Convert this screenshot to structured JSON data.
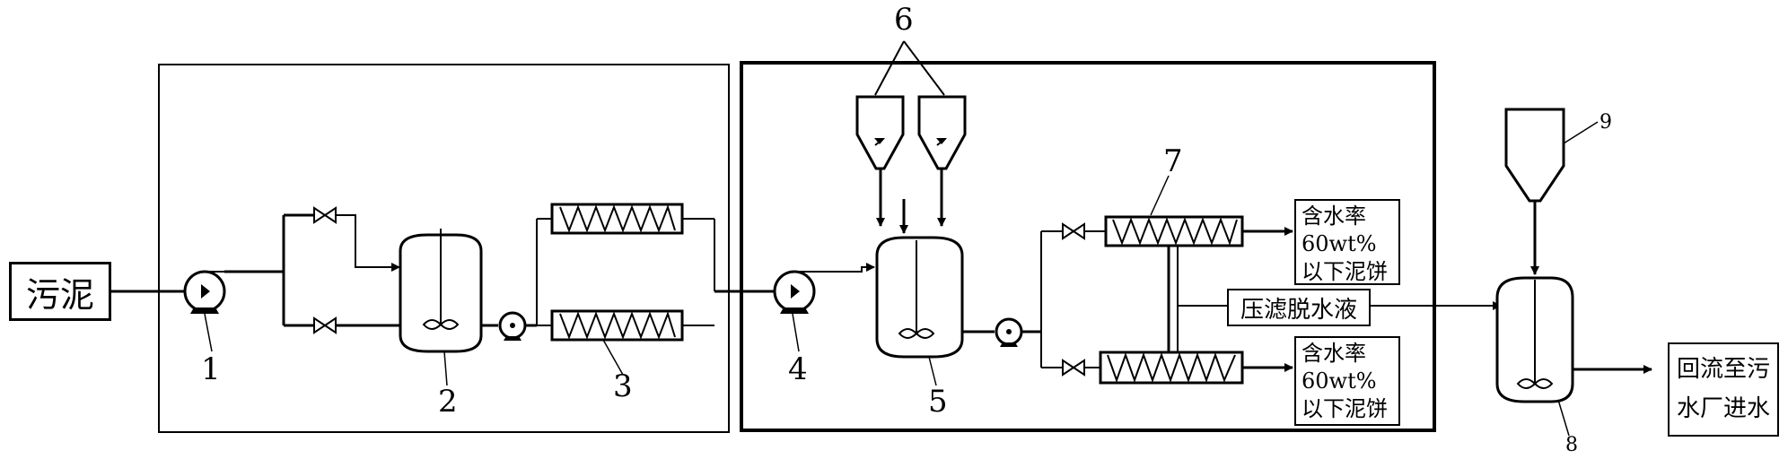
{
  "inlet": {
    "label": "污泥"
  },
  "equipment_numbers": {
    "n1": "1",
    "n2": "2",
    "n3": "3",
    "n4": "4",
    "n5": "5",
    "n6": "6",
    "n7": "7",
    "n8": "8",
    "n9": "9"
  },
  "outputs": {
    "cake_top": "含水率60wt%以下泥饼",
    "cake_bottom": "含水率60wt%以下泥饼",
    "filtrate": "压滤脱水液",
    "return": "回流至污水厂进水"
  },
  "colors": {
    "line": "#000000",
    "background": "#ffffff"
  }
}
